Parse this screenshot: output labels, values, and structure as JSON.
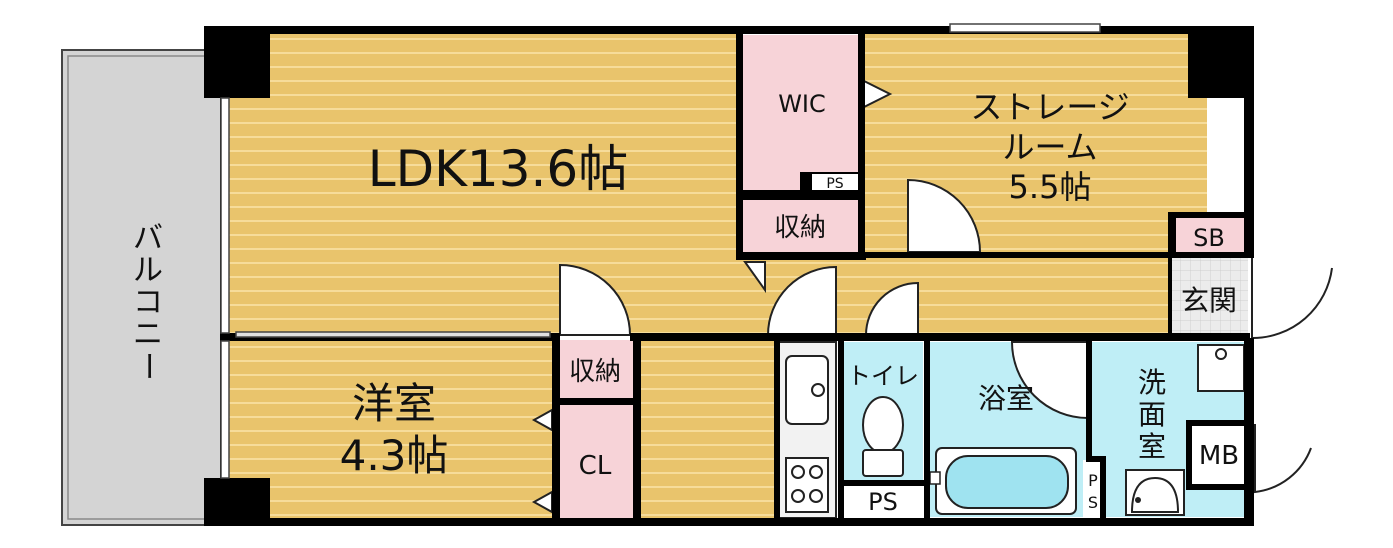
{
  "floorplan": {
    "rooms": {
      "ldk": "LDK13.6帖",
      "storage_room_line1": "ストレージ",
      "storage_room_line2": "ルーム",
      "storage_room_size": "5.5帖",
      "western_room": "洋室",
      "western_room_size": "4.3帖",
      "wic": "WIC",
      "closet_upper": "収納",
      "closet_lower": "収納",
      "cl": "CL",
      "toilet": "トイレ",
      "bathroom": "浴室",
      "washroom_line1": "洗",
      "washroom_line2": "面",
      "washroom_line3": "室",
      "entrance": "玄関",
      "sb": "SB",
      "mb": "MB",
      "ps_wic": "PS",
      "ps_toilet": "PS",
      "ps_bath_p": "P",
      "ps_bath_s": "S",
      "balcony_1": "バ",
      "balcony_2": "ル",
      "balcony_3": "コ",
      "balcony_4": "ニ",
      "balcony_5": "ー"
    },
    "colors": {
      "floor_wood": "#e9c46c",
      "stripe": "#f6dc9a",
      "closet_pink": "#f7d3d8",
      "wet_area_blue": "#bfeef6",
      "entrance_tile": "#e8e8e8",
      "balcony_gray": "#d4d4d4",
      "wall": "#000000"
    }
  }
}
